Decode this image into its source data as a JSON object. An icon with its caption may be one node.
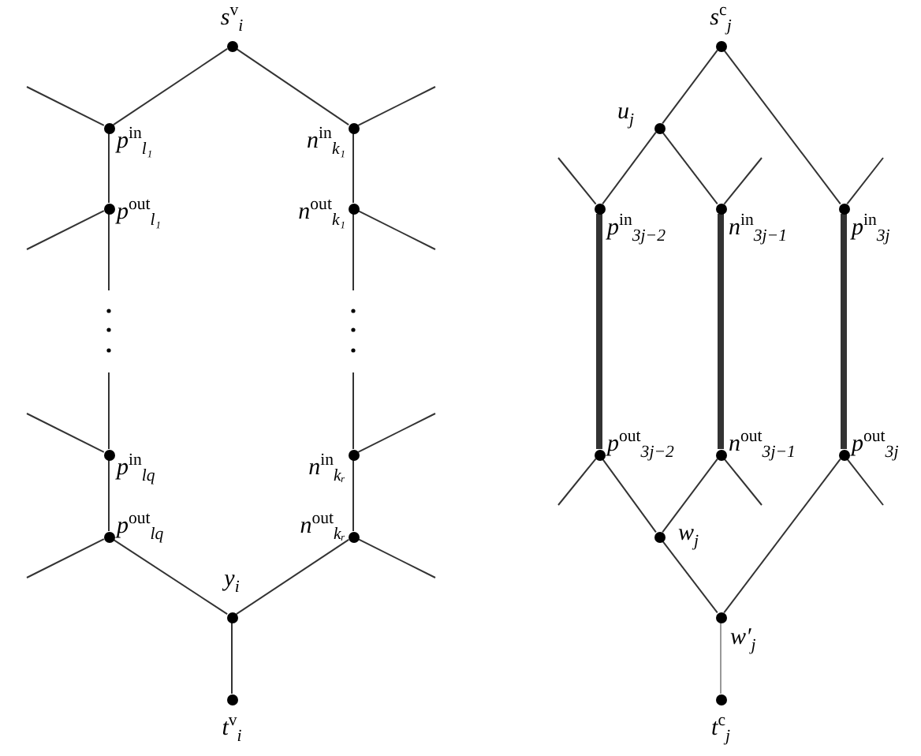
{
  "diagram": {
    "nodes": [
      {
        "text": [
          "s$^{v}$$_{i}$"
        ]
      },
      {
        "text": [
          "p$^{in}$$_{l₁}$"
        ]
      },
      {
        "text": [
          "n$^{in}$$_{k₁}$"
        ]
      },
      {
        "text": [
          "p$^{out}$$_{l₁}$"
        ]
      },
      {
        "text": [
          "n$^{out}$$_{k₁}$"
        ]
      },
      {
        "text": [
          "p$^{in}$$_{lq}$"
        ]
      },
      {
        "text": [
          "n$^{in}$$_{kᵣ}$"
        ]
      },
      {
        "text": [
          "p$^{out}$$_{lq}$"
        ]
      },
      {
        "text": [
          "n$^{out}$$_{kᵣ}$"
        ]
      },
      {
        "text": [
          "y$_{i}$"
        ]
      },
      {
        "text": [
          "t$^{v}$$_{i}$"
        ]
      },
      {
        "text": [
          "s$^{c}$$_{j}$"
        ]
      },
      {
        "text": [
          "u$_{j}$"
        ]
      },
      {
        "text": [
          "p$^{in}$$_{3j−2}$"
        ]
      },
      {
        "text": [
          "n$^{in}$$_{3j−1}$"
        ]
      },
      {
        "text": [
          "p$^{in}$$_{3j}$"
        ]
      },
      {
        "text": [
          "p$^{out}$$_{3j−2}$"
        ]
      },
      {
        "text": [
          "n$^{out}$$_{3j−1}$"
        ]
      },
      {
        "text": [
          "p$^{out}$$_{3j}$"
        ]
      },
      {
        "text": [
          "w$_{j}$"
        ]
      },
      {
        "text": [
          "w′$_{j}$"
        ]
      },
      {
        "text": [
          "t$^{c}$$_{j}$"
        ]
      }
    ],
    "edges": [
      {
        "from": 0,
        "to": 1,
        "arrow": "none"
      },
      {
        "from": 0,
        "to": 2,
        "arrow": "none"
      },
      {
        "from": 1,
        "to": 3,
        "arrow": "none"
      },
      {
        "from": 2,
        "to": 4,
        "arrow": "none"
      },
      {
        "from": 3,
        "to": null,
        "arrow": "none"
      },
      {
        "from": 4,
        "to": null,
        "arrow": "none"
      },
      {
        "from": null,
        "to": 5,
        "arrow": "none"
      },
      {
        "from": null,
        "to": 6,
        "arrow": "none"
      },
      {
        "from": 5,
        "to": 7,
        "arrow": "none"
      },
      {
        "from": 6,
        "to": 8,
        "arrow": "none"
      },
      {
        "from": 7,
        "to": 9,
        "arrow": "none"
      },
      {
        "from": 8,
        "to": 9,
        "arrow": "none"
      },
      {
        "from": 9,
        "to": 10,
        "arrow": "none"
      },
      {
        "from": 1,
        "to": null,
        "arrow": "none"
      },
      {
        "from": 3,
        "to": null,
        "arrow": "none"
      },
      {
        "from": 5,
        "to": null,
        "arrow": "none"
      },
      {
        "from": 7,
        "to": null,
        "arrow": "none"
      },
      {
        "from": 2,
        "to": null,
        "arrow": "none"
      },
      {
        "from": 4,
        "to": null,
        "arrow": "none"
      },
      {
        "from": 6,
        "to": null,
        "arrow": "none"
      },
      {
        "from": 8,
        "to": null,
        "arrow": "none"
      },
      {
        "from": 11,
        "to": 12,
        "arrow": "none"
      },
      {
        "from": 11,
        "to": 15,
        "arrow": "none"
      },
      {
        "from": 12,
        "to": 13,
        "arrow": "none"
      },
      {
        "from": 12,
        "to": 14,
        "arrow": "none"
      },
      {
        "from": 13,
        "to": 16,
        "arrow": "none",
        "style": "thick"
      },
      {
        "from": 14,
        "to": 17,
        "arrow": "none",
        "style": "thick"
      },
      {
        "from": 15,
        "to": 18,
        "arrow": "none",
        "style": "thick"
      },
      {
        "from": 16,
        "to": 19,
        "arrow": "none"
      },
      {
        "from": 17,
        "to": 19,
        "arrow": "none"
      },
      {
        "from": 19,
        "to": 20,
        "arrow": "none"
      },
      {
        "from": 18,
        "to": 20,
        "arrow": "none"
      },
      {
        "from": 20,
        "to": 21,
        "arrow": "none",
        "color": "#999999"
      },
      {
        "from": 13,
        "to": null,
        "arrow": "none"
      },
      {
        "from": 14,
        "to": null,
        "arrow": "none"
      },
      {
        "from": 15,
        "to": null,
        "arrow": "none"
      },
      {
        "from": 16,
        "to": null,
        "arrow": "none"
      },
      {
        "from": 17,
        "to": null,
        "arrow": "none"
      },
      {
        "from": 18,
        "to": null,
        "arrow": "none"
      }
    ]
  }
}
